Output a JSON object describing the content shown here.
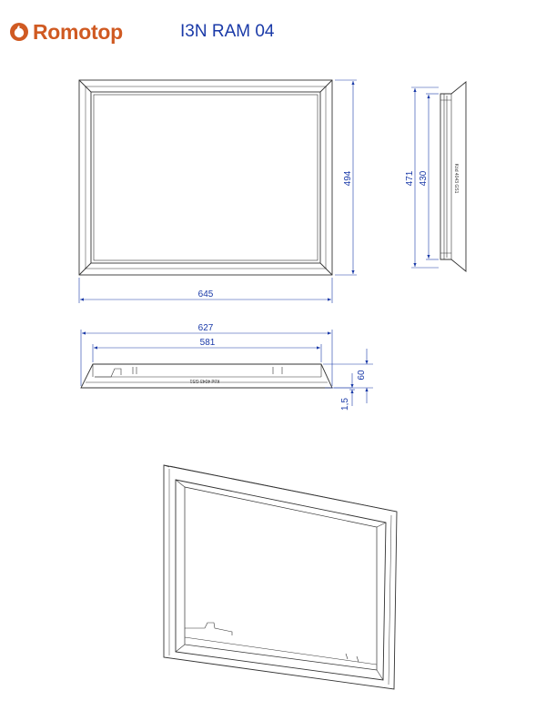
{
  "header": {
    "brand": "Romotop",
    "model": "I3N RAM 04"
  },
  "dimensions": {
    "front_width": "645",
    "front_height": "494",
    "side_outer_height": "471",
    "side_inner_height": "430",
    "top_outer_width": "627",
    "top_inner_width": "581",
    "depth": "60",
    "thickness": "1,5"
  },
  "part_codes": {
    "side_code": "Kód 4043 GS1",
    "top_code": "Kód 4043 GS1"
  },
  "colors": {
    "brand": "#d05a22",
    "model": "#1a3aa8",
    "dimension": "#1a3aa8",
    "line": "#333333"
  },
  "icons": {
    "logo": "flame-logo-icon"
  }
}
